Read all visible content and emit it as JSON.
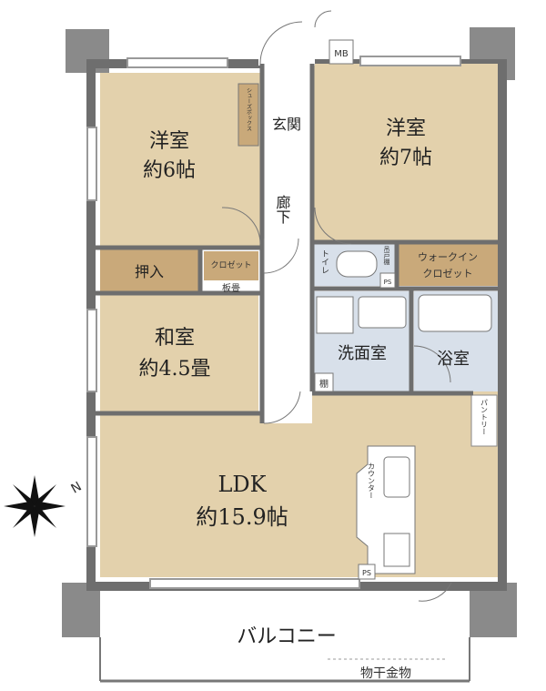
{
  "rooms": {
    "western_left": {
      "name": "洋室",
      "size": "約6帖"
    },
    "western_right": {
      "name": "洋室",
      "size": "約7帖"
    },
    "japanese": {
      "name": "和室",
      "size": "約4.5畳"
    },
    "ldk": {
      "name": "LDK",
      "size": "約15.9帖"
    },
    "oshiire": "押入",
    "closet": "クロゼット",
    "itatatami": "板畳",
    "genkan": "玄関",
    "rouka": "廊下",
    "toilet": "トイレ",
    "tsuritana": "吊戸棚",
    "walkin_line1": "ウォークイン",
    "walkin_line2": "クロゼット",
    "senmen": "洗面室",
    "yokushitsu": "浴室",
    "tana": "棚",
    "pantry": "パントリー",
    "counter": "カウンター",
    "shoebox": "シューズボックス",
    "mb": "MB",
    "ps1": "PS",
    "ps2": "PS"
  },
  "outdoor": {
    "balcony": "バルコニー",
    "monohoshi": "物干金物",
    "compass_letter": "N"
  },
  "colors": {
    "room_fill": "#E3D1AC",
    "storage_fill": "#C9A97A",
    "wet_fill": "#D8E0EA",
    "wall": "#7A7A7A",
    "corridor": "#FFFFFF"
  }
}
